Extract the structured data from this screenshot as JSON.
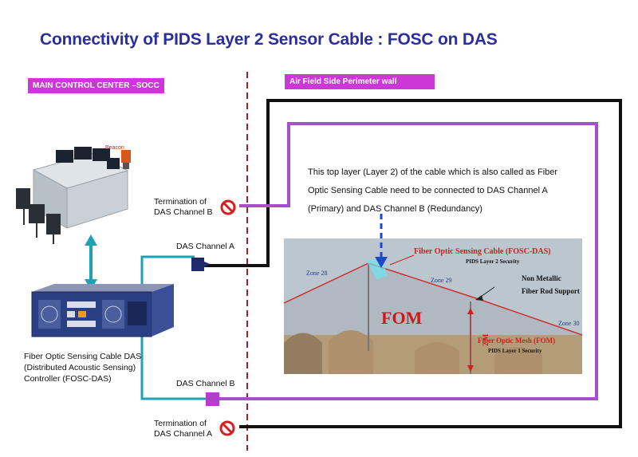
{
  "title": "Connectivity of PIDS Layer 2 Sensor Cable : FOSC on DAS",
  "main_control_center": "MAIN CONTROL CENTER –SOCC",
  "perimeter_wall": "Air Field Side Perimeter wall",
  "beacon": "Beacon",
  "termination_b": [
    "Termination of",
    "DAS Channel B"
  ],
  "termination_a": [
    "Termination of",
    "DAS Channel A"
  ],
  "das_channel_a": "DAS Channel  A",
  "das_channel_b": "DAS Channel B",
  "controller": [
    "Fiber Optic Sensing Cable DAS",
    "(Distributed Acoustic Sensing)",
    "Controller (FOSC-DAS)"
  ],
  "description": "This top layer (Layer 2) of the cable which is also called as Fiber Optic Sensing Cable need to be  connected to DAS Channel A (Primary) and DAS Channel B (Redundancy)",
  "photo": {
    "fosc_label": "Fiber Optic Sensing Cable (FOSC-DAS)",
    "layer2": "PIDS Layer 2 Security",
    "zone28": "Zone 28",
    "zone29": "Zone 29",
    "zone30": "Zone 30",
    "support": [
      "Non Metallic",
      "Fiber Rod Support"
    ],
    "fom": "FOM",
    "height": "2 M",
    "mesh_label": "Fiber Optic Mesh (FOM)",
    "layer1": "PIDS Layer 1 Security"
  },
  "colors": {
    "title": "#2b2f9c",
    "pill": "#cc38d8",
    "purple_line": "#a64fc8",
    "teal_line": "#1ea3b5",
    "black_line": "#111111",
    "divider": "#a0202a",
    "terminator": "#d42020"
  }
}
